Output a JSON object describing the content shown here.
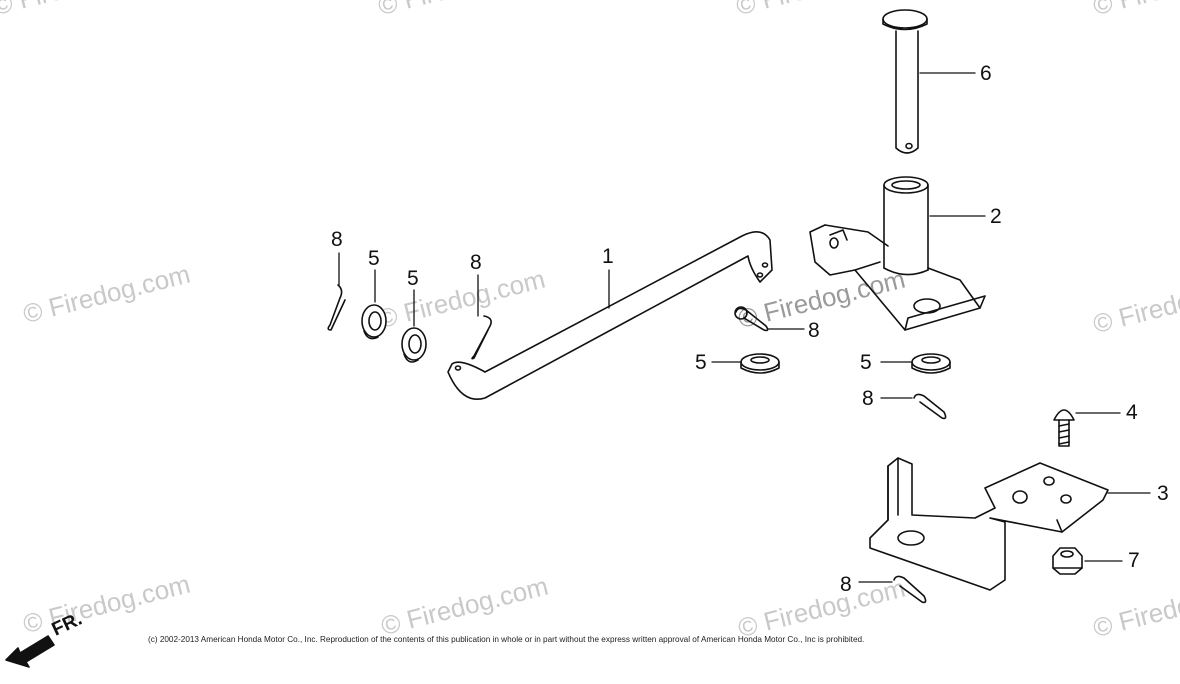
{
  "diagram": {
    "callouts": [
      {
        "id": "c1",
        "label": "1"
      },
      {
        "id": "c2",
        "label": "2"
      },
      {
        "id": "c3",
        "label": "3"
      },
      {
        "id": "c4",
        "label": "4"
      },
      {
        "id": "c5a",
        "label": "5"
      },
      {
        "id": "c5b",
        "label": "5"
      },
      {
        "id": "c5c",
        "label": "5"
      },
      {
        "id": "c5d",
        "label": "5"
      },
      {
        "id": "c6",
        "label": "6"
      },
      {
        "id": "c7",
        "label": "7"
      },
      {
        "id": "c8a",
        "label": "8"
      },
      {
        "id": "c8b",
        "label": "8"
      },
      {
        "id": "c8c",
        "label": "8"
      },
      {
        "id": "c8d",
        "label": "8"
      },
      {
        "id": "c8e",
        "label": "8"
      }
    ],
    "direction_label": "FR.",
    "watermark_text": "© Firedog.com",
    "copyright": "(c) 2002-2013 American Honda Motor Co., Inc. Reproduction of the contents of this publication in whole or in part without the express written approval of American Honda Motor Co., Inc is prohibited."
  }
}
